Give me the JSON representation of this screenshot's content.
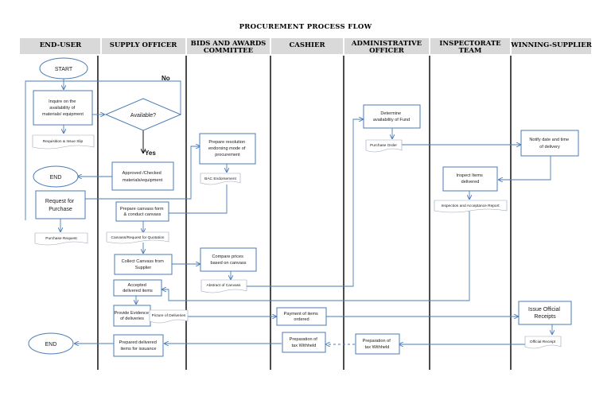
{
  "title": "PROCUREMENT PROCESS FLOW",
  "lanes": [
    "END-USER",
    "SUPPLY OFFICER",
    "BIDS AND AWARDS COMMITTEE",
    "CASHIER",
    "ADMINISTRATIVE OFFICER",
    "INSPECTORATE TEAM",
    "WINNING-SUPPLIER"
  ],
  "labels": {
    "no": "No",
    "yes": "Yes"
  },
  "nodes": {
    "start": "START",
    "inquire": "Inquire on the availability of materials/ equipment",
    "available": "Available?",
    "approved": "Approved /Checked materials/equipment",
    "end_top": "END",
    "request_purchase": "Request for Purchase",
    "prepare_canvass": "Prepare canvass form & conduct canvass",
    "collect_canvass": "Collect Canvass from Supplier",
    "accepted": "Accepted delivered items",
    "provide_evidence": "Provide Evidence of deliveries",
    "prepared_delivered": "Prepared delivered items for issuance",
    "end_bottom": "END",
    "prepare_resolution": "Prepare resolution endorsing mode of procurement",
    "compare_prices": "Compare prices based on canvass",
    "payment": "Payment of items ordered",
    "tax_cashier": "Preparation of tax Withheld",
    "determine_fund": "Determine availability of Fund",
    "tax_admin": "Preparation of tax Withheld",
    "inspect": "Inspect Items delivered",
    "notify": "Notify date and time of delivery",
    "issue_receipts": "Issue Official Receipts"
  },
  "documents": {
    "requisition": "Requisition & Issue Slip",
    "purchase_request": "Purchase Request",
    "canvass_request": "Canvass/Request for Quotation",
    "picture_deliveries": "Picture of Deliveries",
    "bac_endorsement": "BAC Endorsement",
    "abstract_canvass": "Abstract of Canvass",
    "purchase_order": "Purchase Order",
    "inspection_report": "Inspection and Acceptance Report",
    "official_receipt": "Official Receipt"
  }
}
